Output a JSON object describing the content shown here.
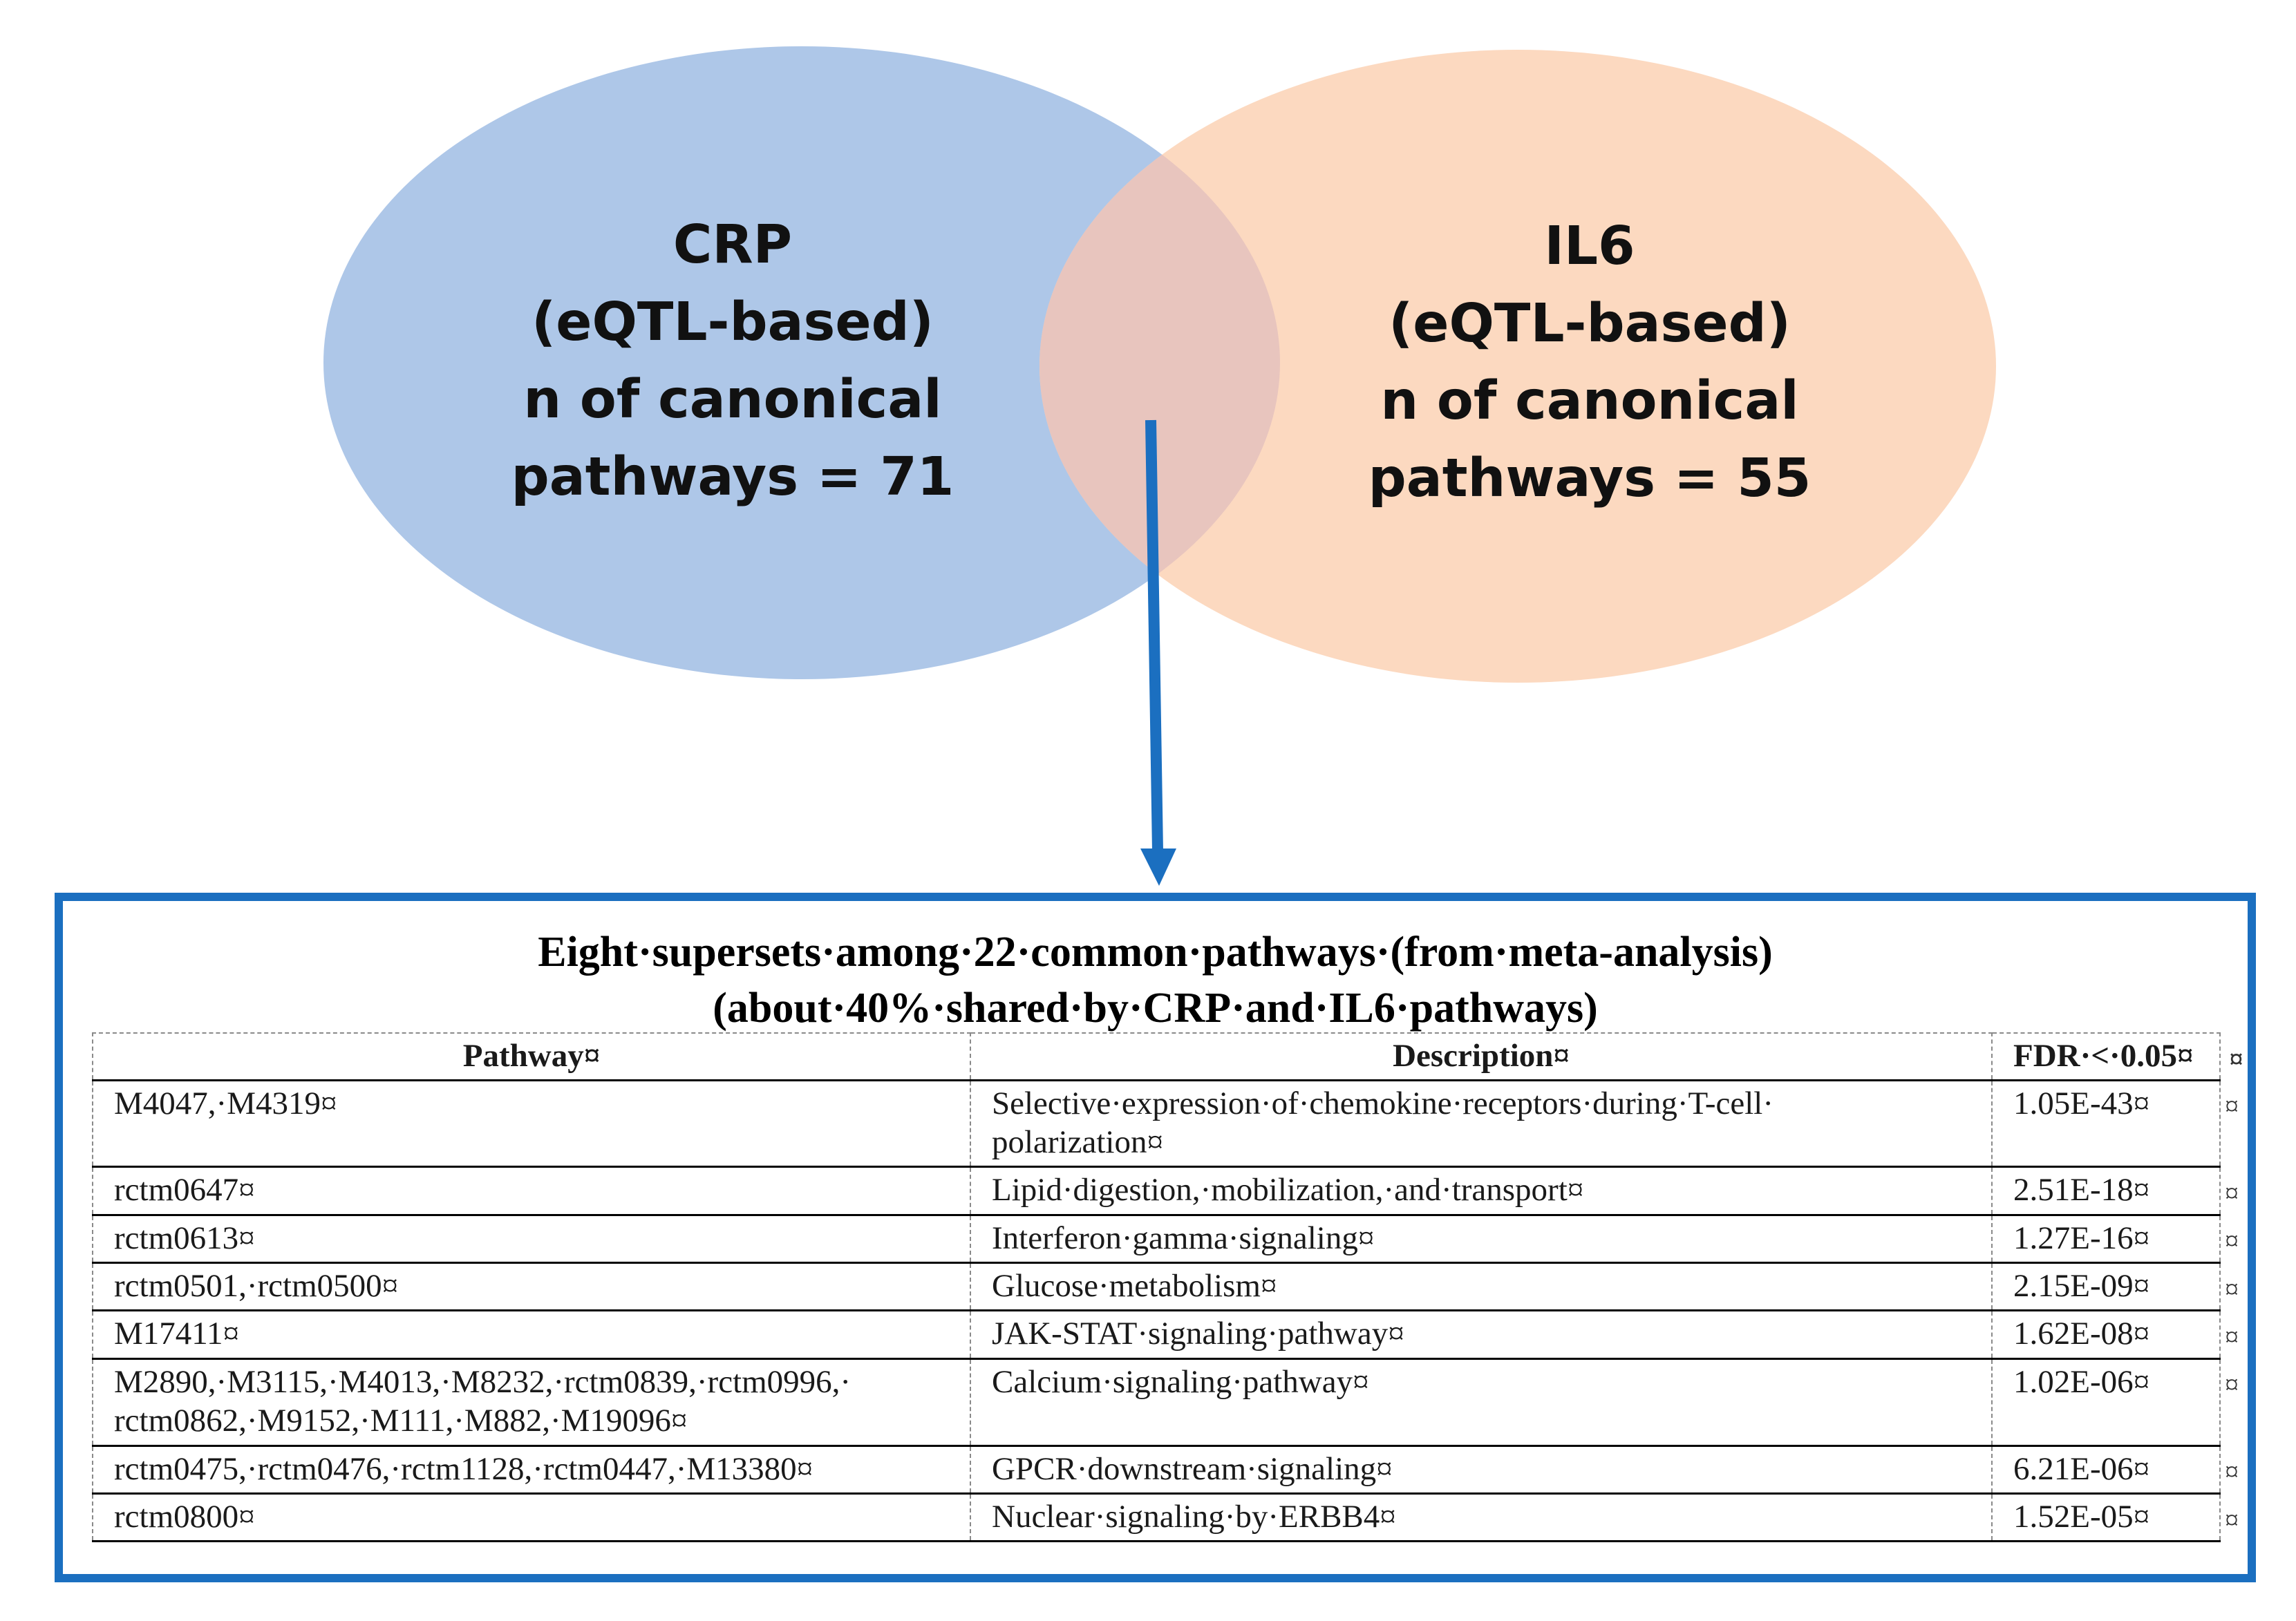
{
  "colors": {
    "crp_circle": "#aec7e8",
    "il6_circle": "#fcd9c0",
    "overlap": "#e8c5be",
    "arrow": "#1b6fc0",
    "frame": "#1b6fc0"
  },
  "venn": {
    "left_label": [
      "CRP",
      "(eQTL-based)",
      "n of canonical",
      "pathways = 71"
    ],
    "right_label": [
      "IL6",
      "(eQTL-based)",
      "n of canonical",
      "pathways = 55"
    ]
  },
  "table": {
    "caption_line1": "Eight·supersets·among·22·common·pathways·(from·meta-analysis)",
    "caption_line2": "(about·40%·shared·by·CRP·and·IL6·pathways)",
    "headers": {
      "pathway": "Pathway¤",
      "description": "Description¤",
      "fdr": "FDR·<·0.05¤",
      "end_mark": "¤"
    },
    "rows": [
      {
        "pathway": [
          "M4047,·M4319¤"
        ],
        "description": [
          "Selective·expression·of·chemokine·receptors·during·T-cell·",
          "polarization¤"
        ],
        "fdr": "1.05E-43¤",
        "end_mark": "¤"
      },
      {
        "pathway": [
          "rctm0647¤"
        ],
        "description": [
          "Lipid·digestion,·mobilization,·and·transport¤"
        ],
        "fdr": "2.51E-18¤",
        "end_mark": "¤"
      },
      {
        "pathway": [
          "rctm0613¤"
        ],
        "description": [
          "Interferon·gamma·signaling¤"
        ],
        "fdr": "1.27E-16¤",
        "end_mark": "¤"
      },
      {
        "pathway": [
          "rctm0501,·rctm0500¤"
        ],
        "description": [
          "Glucose·metabolism¤"
        ],
        "fdr": "2.15E-09¤",
        "end_mark": "¤"
      },
      {
        "pathway": [
          "M17411¤"
        ],
        "description": [
          "JAK-STAT·signaling·pathway¤"
        ],
        "fdr": "1.62E-08¤",
        "end_mark": "¤"
      },
      {
        "pathway": [
          "M2890,·M3115,·M4013,·M8232,·rctm0839,·rctm0996,·",
          "rctm0862,·M9152,·M111,·M882,·M19096¤"
        ],
        "description": [
          "Calcium·signaling·pathway¤"
        ],
        "fdr": "1.02E-06¤",
        "end_mark": "¤"
      },
      {
        "pathway": [
          "rctm0475,·rctm0476,·rctm1128,·rctm0447,·M13380¤"
        ],
        "description": [
          "GPCR·downstream·signaling¤"
        ],
        "fdr": "6.21E-06¤",
        "end_mark": "¤"
      },
      {
        "pathway": [
          "rctm0800¤"
        ],
        "description": [
          "Nuclear·signaling·by·ERBB4¤"
        ],
        "fdr": "1.52E-05¤",
        "end_mark": "¤"
      }
    ]
  }
}
